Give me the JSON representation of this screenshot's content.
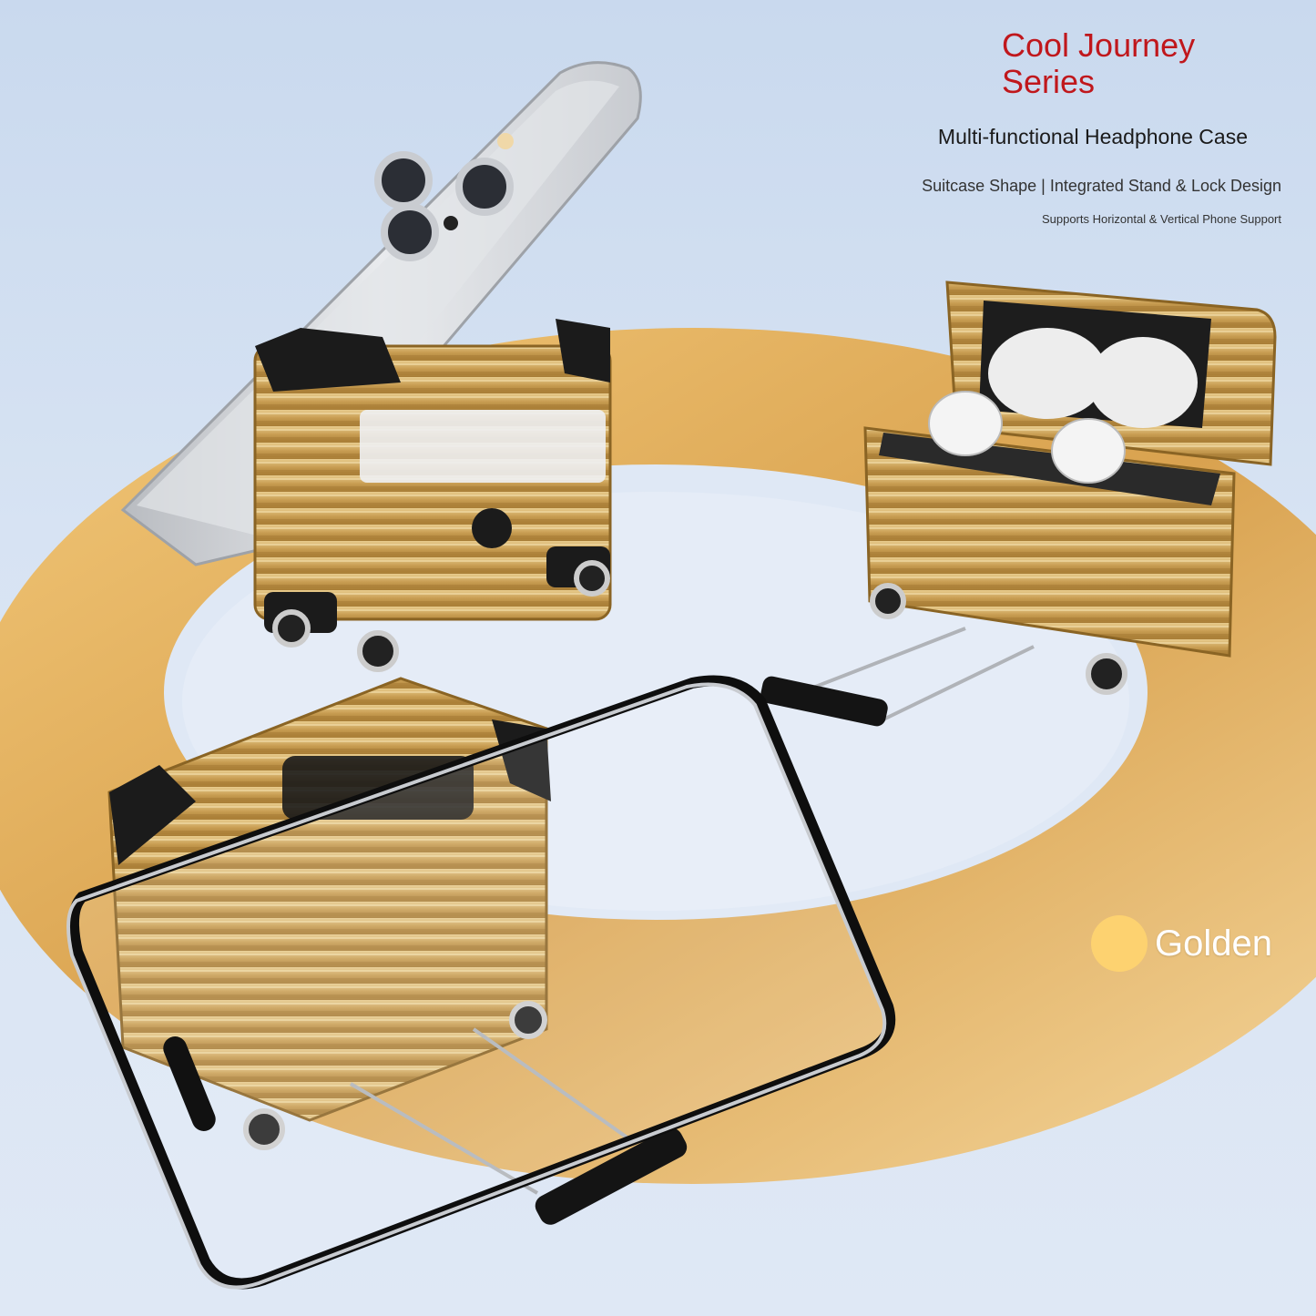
{
  "header": {
    "title_line1": "Cool Journey",
    "title_line2": "Series",
    "subtitle": "Multi-functional Headphone Case",
    "features": "Suitcase Shape | Integrated Stand & Lock Design",
    "support_note": "Supports Horizontal & Vertical Phone Support"
  },
  "color_option": {
    "label": "Golden",
    "swatch_color": "#fdd270"
  },
  "colors": {
    "title_red": "#c0171c",
    "gold": "#d4a85a",
    "background": "#d7e3f3"
  }
}
